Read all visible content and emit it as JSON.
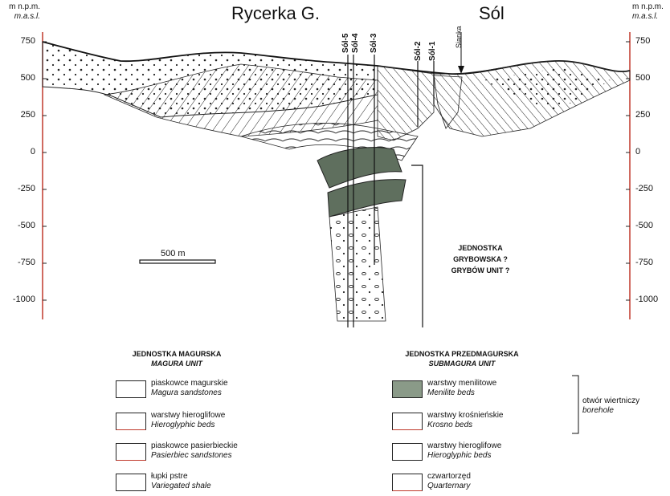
{
  "header": {
    "place_left": "Rycerka G.",
    "place_right": "Sól",
    "axis_unit_pl": "m n.p.m.",
    "axis_unit_en": "m.a.s.l.",
    "stream_label": "Sianka"
  },
  "axis_ticks": [
    "750",
    "500",
    "250",
    "0",
    "-250",
    "-500",
    "-750",
    "-1000"
  ],
  "wells": [
    "Sól-5",
    "Sól-4",
    "Sól-3",
    "Sól-2",
    "Sól-1"
  ],
  "scale_bar": "500 m",
  "unit_label": {
    "line1": "JEDNOSTKA",
    "line2": "GRYBOWSKA ?",
    "line3": "GRYBÓW UNIT ?"
  },
  "legend": {
    "magura": {
      "title": "JEDNOSTKA MAGURSKA",
      "subtitle": "MAGURA UNIT",
      "items": [
        {
          "pl": "piaskowce magurskie",
          "en": "Magura sandstones",
          "color": "#ffffff"
        },
        {
          "pl": "warstwy hieroglifowe",
          "en": "Hieroglyphic beds",
          "color": "#ffffff"
        },
        {
          "pl": "piaskowce pasierbieckie",
          "en": "Pasierbiec sandstones",
          "color": "#ffffff"
        },
        {
          "pl": "łupki pstre",
          "en": "Variegated shale",
          "color": "#ffffff"
        }
      ]
    },
    "submagura": {
      "title": "JEDNOSTKA PRZEDMAGURSKA",
      "subtitle": "SUBMAGURA UNIT",
      "items": [
        {
          "pl": "warstwy menilitowe",
          "en": "Menilite beds",
          "color": "#8a9a88"
        },
        {
          "pl": "warstwy krośnieńskie",
          "en": "Krosno beds",
          "color": "#ffffff"
        },
        {
          "pl": "warstwy hieroglifowe",
          "en": "Hieroglyphic beds",
          "color": "#ffffff"
        },
        {
          "pl": "czwartorzęd",
          "en": "Quarternary",
          "color": "#ffffff"
        }
      ]
    },
    "borehole": {
      "pl": "otwór wiertniczy",
      "en": "borehole"
    }
  },
  "colors": {
    "menilite": "#5f6f5e",
    "axis_red": "#c0392b",
    "ink": "#111111"
  }
}
